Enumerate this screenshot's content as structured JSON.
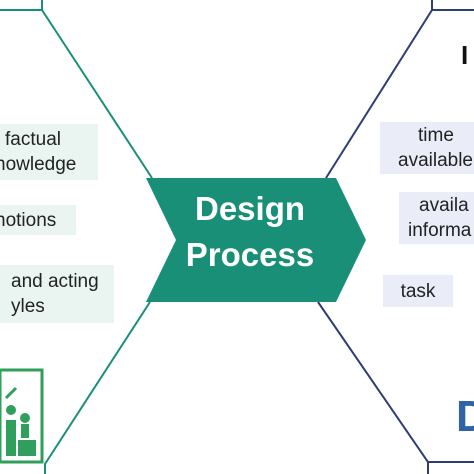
{
  "center": {
    "line1": "Design",
    "line2": "Process"
  },
  "left_items": [
    {
      "lines": [
        "factual",
        "nowledge"
      ]
    },
    {
      "lines": [
        "notions"
      ]
    },
    {
      "lines": [
        "and acting",
        "yles"
      ]
    }
  ],
  "right_items": [
    {
      "lines": [
        "time",
        "available"
      ]
    },
    {
      "lines": [
        "availa",
        "informa"
      ]
    },
    {
      "lines": [
        "task"
      ]
    }
  ],
  "right_title": "I",
  "right_logo_letter": "D",
  "colors": {
    "teal": "#1a8f78",
    "navy": "#2e3d74",
    "left_box_fill": "#eaf5f1",
    "right_box_fill": "#eaedf8",
    "icon_green": "#2f9f5b",
    "logo_blue": "#2e63a7"
  }
}
